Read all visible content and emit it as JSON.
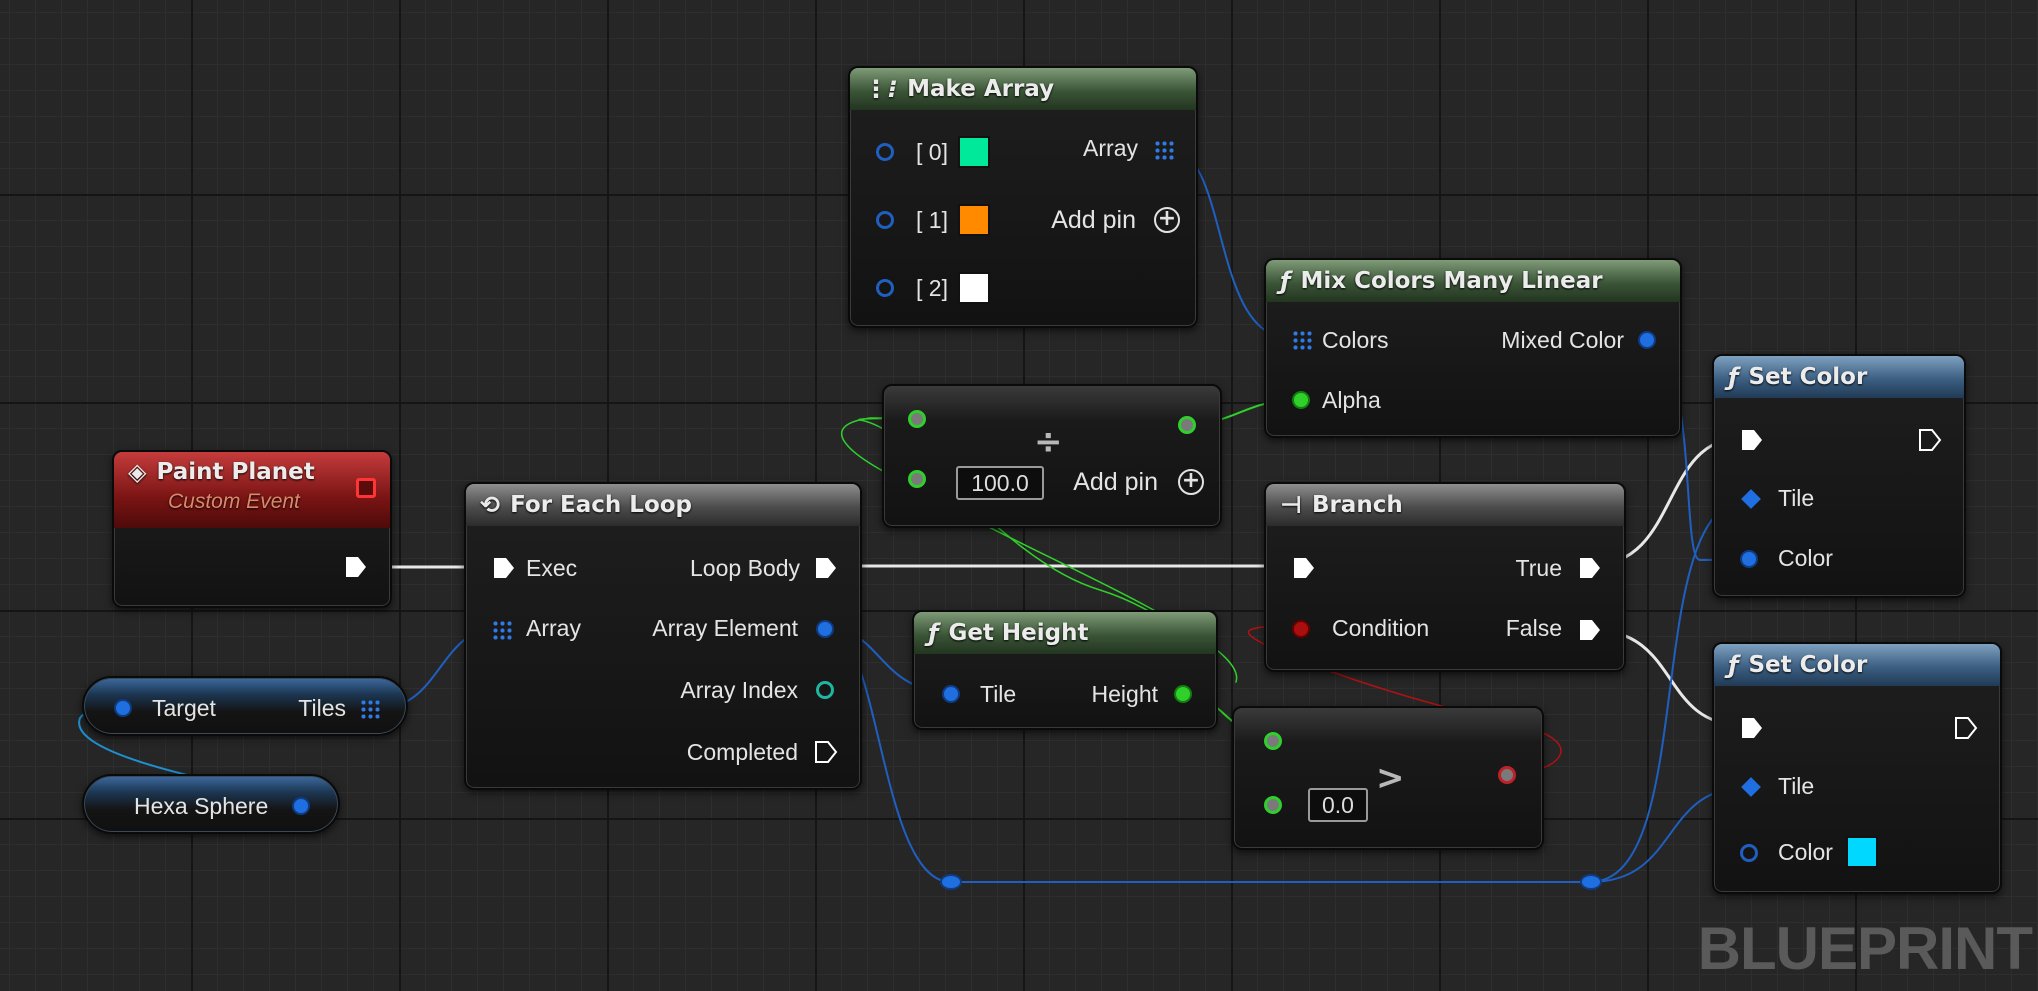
{
  "nodes": {
    "make_array": {
      "title": "Make Array",
      "in0": "[ 0]",
      "in1": "[ 1]",
      "in2": "[ 2]",
      "out": "Array",
      "add_pin": "Add pin",
      "colors": [
        "#00e89a",
        "#ff8a00",
        "#ffffff"
      ]
    },
    "mix_colors": {
      "title": "Mix Colors Many Linear",
      "in_colors": "Colors",
      "in_alpha": "Alpha",
      "out": "Mixed Color"
    },
    "divide": {
      "value": "100.0",
      "add_pin": "Add pin",
      "op": "÷"
    },
    "paint_planet": {
      "title": "Paint Planet",
      "subtitle": "Custom Event"
    },
    "for_each": {
      "title": "For Each Loop",
      "in_exec": "Exec",
      "in_array": "Array",
      "out_body": "Loop Body",
      "out_element": "Array Element",
      "out_index": "Array Index",
      "out_completed": "Completed"
    },
    "branch": {
      "title": "Branch",
      "in_condition": "Condition",
      "out_true": "True",
      "out_false": "False"
    },
    "get_height": {
      "title": "Get Height",
      "in_tile": "Tile",
      "out_height": "Height"
    },
    "greater": {
      "value": "0.0",
      "op": ">"
    },
    "set_color_1": {
      "title": "Set Color",
      "in_tile": "Tile",
      "in_color": "Color"
    },
    "set_color_2": {
      "title": "Set Color",
      "in_tile": "Tile",
      "in_color": "Color",
      "color": "#00d8ff"
    },
    "target_tiles": {
      "in": "Target",
      "out": "Tiles"
    },
    "hexa_sphere": {
      "label": "Hexa Sphere"
    }
  },
  "watermark": "BLUEPRINT",
  "colors": {
    "exec": "#ffffff",
    "object": "#1f6fe0",
    "float": "#2fd02a",
    "bool": "#aa0f0f",
    "int": "#1fb5a0"
  }
}
